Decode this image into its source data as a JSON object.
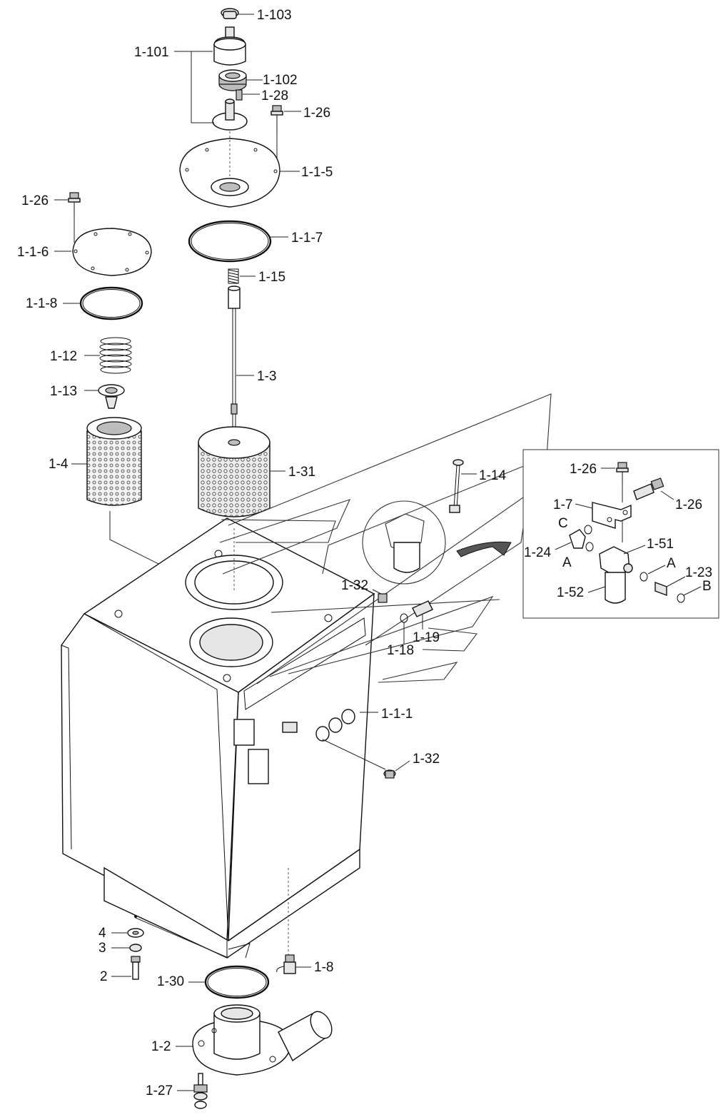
{
  "labels": {
    "l_1_103": "1-103",
    "l_1_101": "1-101",
    "l_1_102": "1-102",
    "l_1_28": "1-28",
    "l_1_26_top": "1-26",
    "l_1_1_5": "1-1-5",
    "l_1_26_left": "1-26",
    "l_1_1_6": "1-1-6",
    "l_1_1_7": "1-1-7",
    "l_1_15": "1-15",
    "l_1_1_8": "1-1-8",
    "l_1_12": "1-12",
    "l_1_3": "1-3",
    "l_1_13": "1-13",
    "l_1_31": "1-31",
    "l_1_4": "1-4",
    "l_1_14": "1-14",
    "l_1_32_upper": "1-32",
    "l_1_19": "1-19",
    "l_1_18": "1-18",
    "l_1_1_1": "1-1-1",
    "l_1_32_lower": "1-32",
    "l_4": "4",
    "l_3": "3",
    "l_2": "2",
    "l_1_30": "1-30",
    "l_1_8": "1-8",
    "l_1_2": "1-2",
    "l_1_27": "1-27"
  },
  "inset": {
    "l_1_26_a": "1-26",
    "l_1_26_b": "1-26",
    "l_1_7": "1-7",
    "l_C": "C",
    "l_1_24": "1-24",
    "l_A_left": "A",
    "l_1_51": "1-51",
    "l_A_right": "A",
    "l_1_23": "1-23",
    "l_B": "B",
    "l_1_52": "1-52"
  }
}
